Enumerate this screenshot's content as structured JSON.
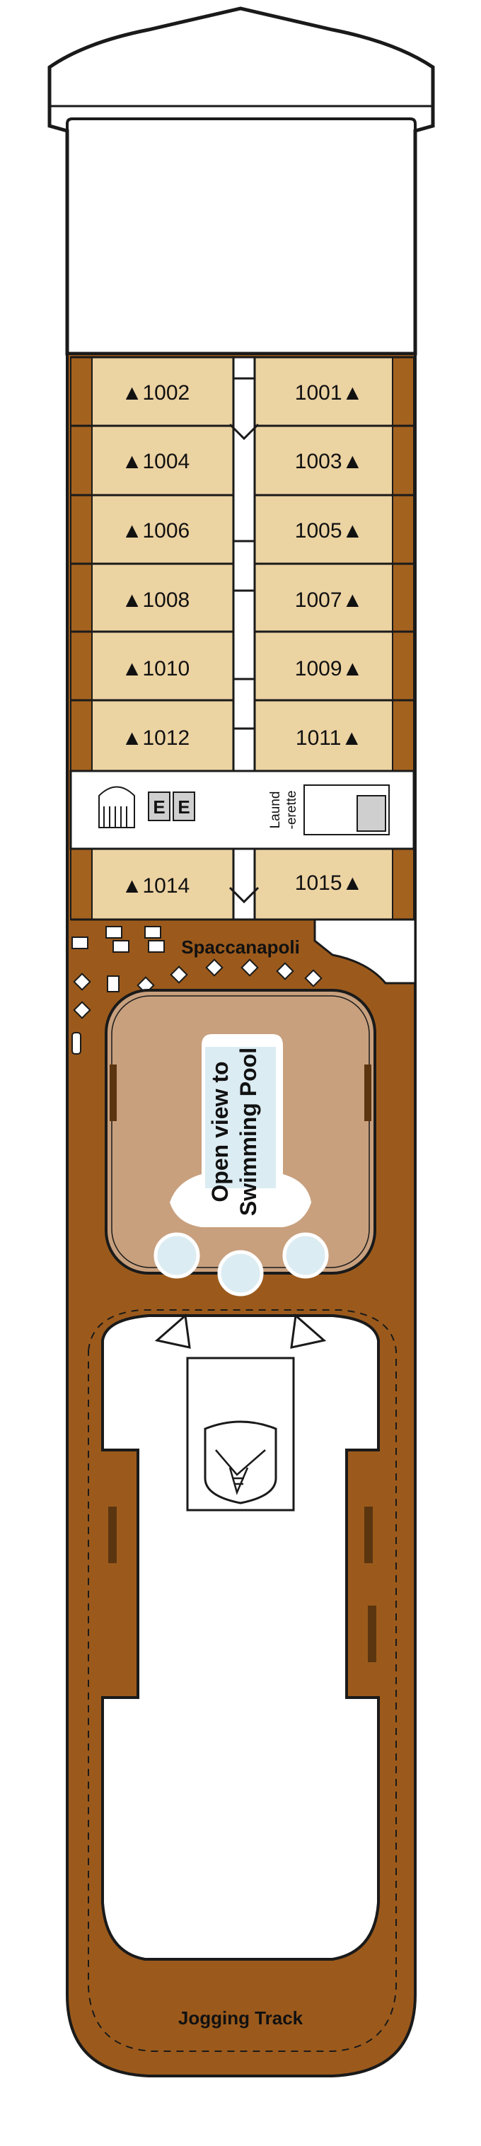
{
  "deck": {
    "colors": {
      "hull_brown": "#9b5a1c",
      "cabin_tan": "#ecd3a2",
      "balcony_brown": "#a4621f",
      "pool_deck": "#c8a07e",
      "pool_water": "#dcecf3",
      "outline": "#1a1a1a",
      "white": "#ffffff"
    },
    "cabins_port": [
      {
        "number": "1002",
        "accessible": true
      },
      {
        "number": "1004",
        "accessible": true
      },
      {
        "number": "1006",
        "accessible": true
      },
      {
        "number": "1008",
        "accessible": true
      },
      {
        "number": "1010",
        "accessible": true
      },
      {
        "number": "1012",
        "accessible": true
      },
      {
        "number": "1014",
        "accessible": true
      }
    ],
    "cabins_starboard": [
      {
        "number": "1001",
        "accessible": true
      },
      {
        "number": "1003",
        "accessible": true
      },
      {
        "number": "1005",
        "accessible": true
      },
      {
        "number": "1007",
        "accessible": true
      },
      {
        "number": "1009",
        "accessible": true
      },
      {
        "number": "1011",
        "accessible": true
      },
      {
        "number": "1015",
        "accessible": true
      }
    ],
    "accessible_symbol": "▲",
    "elevator_letter": "E",
    "launderette_line1": "Laund",
    "launderette_line2": "-erette",
    "restaurant": "Spaccanapoli",
    "pool_line1": "Open view to",
    "pool_line2": "Swimming Pool",
    "jogging_track": "Jogging Track"
  }
}
